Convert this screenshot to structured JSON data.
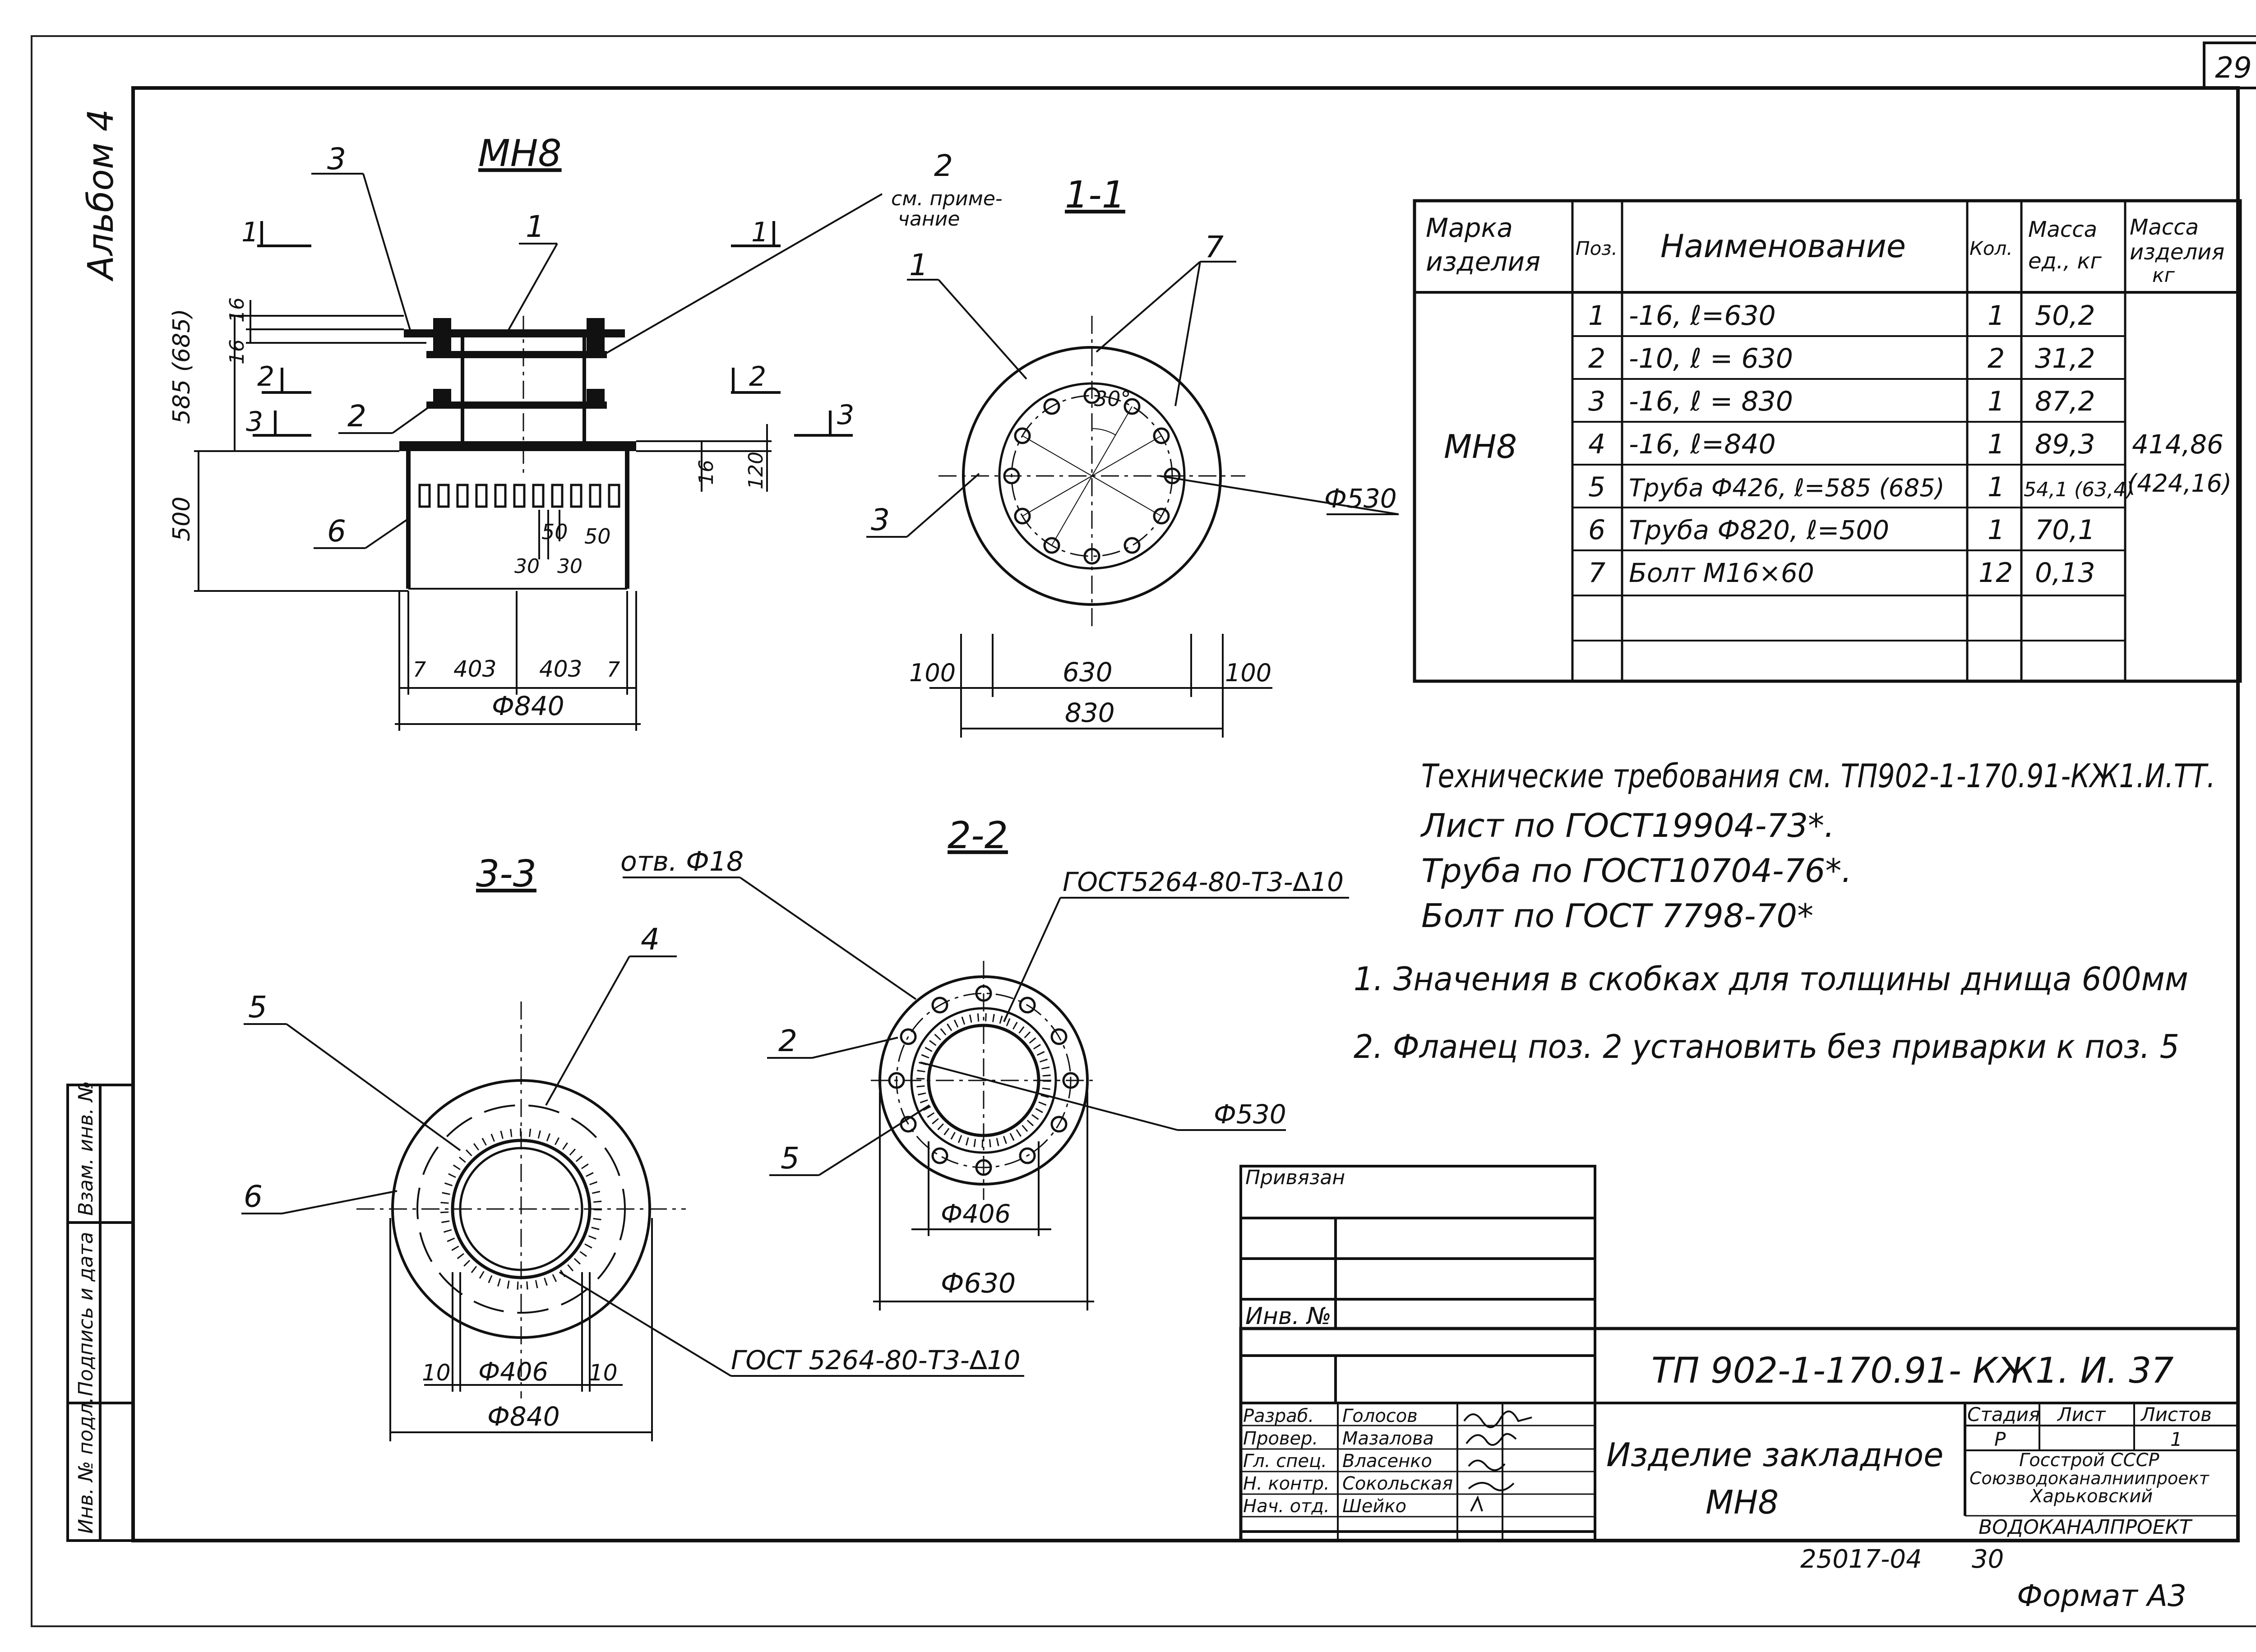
{
  "sheet": {
    "page_number": "29",
    "album": "Альбом 4",
    "format": "Формат А3",
    "archive_no": "25017-04",
    "archive_sub": "30"
  },
  "views": {
    "main_title": "МН8",
    "section_1": "1-1",
    "section_2": "2-2",
    "section_3": "3-3",
    "cut_1": "1",
    "cut_2": "2",
    "cut_3": "3",
    "note_ref_line1": "см. приме-",
    "note_ref_line2": "чание",
    "callouts": [
      "1",
      "2",
      "3",
      "4",
      "5",
      "6",
      "7"
    ]
  },
  "dimensions": {
    "main_view": {
      "d16a": "16",
      "d16b": "16",
      "d585": "585 (685)",
      "d500": "500",
      "d16c": "16",
      "d120": "120",
      "d50a": "50",
      "d50b": "50",
      "d30a": "30",
      "d30b": "30",
      "d7a": "7",
      "d403a": "403",
      "d403b": "403",
      "d7b": "7",
      "d840": "Ф840"
    },
    "section_1": {
      "angle": "30°",
      "d530": "Ф530",
      "d100a": "100",
      "d630": "630",
      "d100b": "100",
      "d830": "830"
    },
    "section_2": {
      "hole": "отв. Ф18",
      "weld": "ГОСТ5264-80-Т3-∆10",
      "d530": "Ф530",
      "d406": "Ф406",
      "d630": "Ф630"
    },
    "section_3": {
      "d10a": "10",
      "d406": "Ф406",
      "d10b": "10",
      "d840": "Ф840",
      "weld": "ГОСТ 5264-80-Т3-∆10"
    }
  },
  "spec_table": {
    "headers": [
      "Марка изделия",
      "Поз.",
      "Наименование",
      "Кол.",
      "Масса ед., кг",
      "Масса изделия, кг"
    ],
    "mark": "МН8",
    "total_mass": "414,86",
    "total_mass_alt": "(424,16)",
    "rows": [
      {
        "pos": "1",
        "name": "-16,  ℓ=630",
        "qty": "1",
        "mass": "50,2"
      },
      {
        "pos": "2",
        "name": "-10,  ℓ = 630",
        "qty": "2",
        "mass": "31,2"
      },
      {
        "pos": "3",
        "name": "-16,  ℓ = 830",
        "qty": "1",
        "mass": "87,2"
      },
      {
        "pos": "4",
        "name": "-16,  ℓ=840",
        "qty": "1",
        "mass": "89,3"
      },
      {
        "pos": "5",
        "name": "Труба Ф426, ℓ=585 (685)",
        "qty": "1",
        "mass": "54,1 (63,4)"
      },
      {
        "pos": "6",
        "name": "Труба Ф820, ℓ=500",
        "qty": "1",
        "mass": "70,1"
      },
      {
        "pos": "7",
        "name": "Болт М16×60",
        "qty": "12",
        "mass": "0,13"
      }
    ]
  },
  "notes": {
    "tech": "Технические требования см. ТП902-1-170.91-КЖ1.И.ТТ.",
    "sheet_std": "Лист  по  ГОСТ19904-73*.",
    "pipe_std": "Труба  по  ГОСТ10704-76*.",
    "bolt_std": "Болт  по  ГОСТ 7798-70*",
    "note_1": "1. Значения в скобках для толщины днища 600мм",
    "note_2": "2. Фланец  поз. 2 установить без приварки к поз. 5"
  },
  "side_stamp": {
    "inv_orig": "Инв. № подл.",
    "sign_date": "Подпись и дата",
    "replace_inv": "Взам. инв. №"
  },
  "title_block": {
    "linked": "Привязан",
    "inv_no": "Инв. №",
    "document_code": "ТП 902-1-170.91- КЖ1. И. 37",
    "item_name_line1": "Изделие закладное",
    "item_name_line2": "МН8",
    "stage_header": "Стадия",
    "sheet_header": "Лист",
    "sheets_header": "Листов",
    "stage": "Р",
    "sheets": "1",
    "org_line1": "Госстрой СССР",
    "org_line2": "Союзводоканалниипроект",
    "org_line3": "Харьковский",
    "org_line4": "ВОДОКАНАЛПРОЕКТ",
    "staff": [
      {
        "role": "Разраб.",
        "name": "Голосов"
      },
      {
        "role": "Провер.",
        "name": "Мазалова"
      },
      {
        "role": "Гл. спец.",
        "name": "Власенко"
      },
      {
        "role": "Н. контр.",
        "name": "Сокольская"
      },
      {
        "role": "Нач. отд.",
        "name": "Шейко"
      }
    ]
  }
}
